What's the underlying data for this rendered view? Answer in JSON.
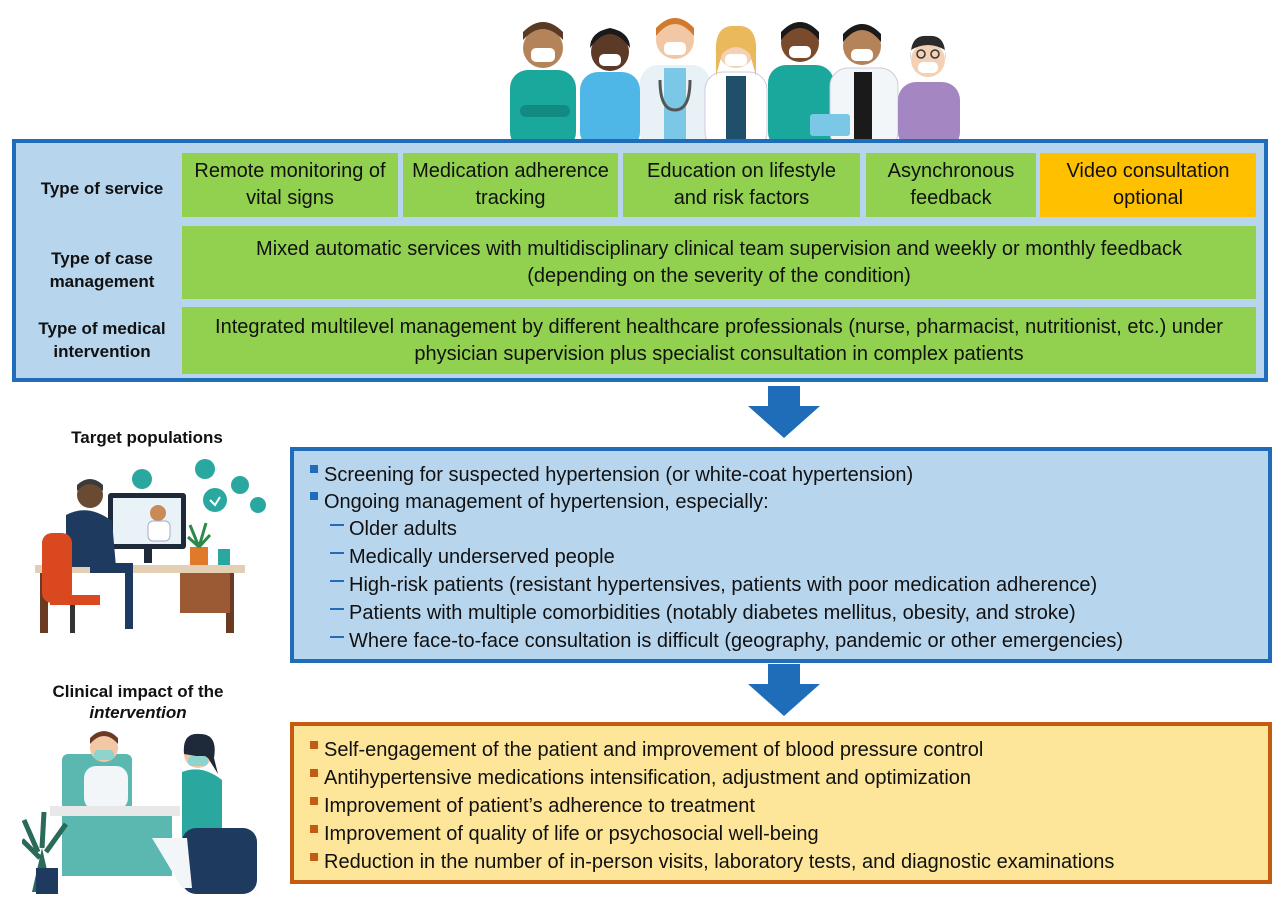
{
  "service_panel": {
    "row_labels": {
      "service": "Type of service",
      "case_management": "Type of case management",
      "medical_intervention": "Type of medical intervention"
    },
    "services": [
      "Remote monitoring of vital signs",
      "Medication adherence tracking",
      "Education on lifestyle and risk factors",
      "Asynchronous feedback",
      "Video consultation optional"
    ],
    "case_management_text": "Mixed automatic services with multidisciplinary clinical team supervision and weekly or monthly feedback (depending on the severity of the condition)",
    "medical_intervention_text": "Integrated multilevel management by different healthcare professionals (nurse, pharmacist, nutritionist, etc.) under physician supervision plus specialist consultation in complex patients"
  },
  "target": {
    "title": "Target populations",
    "bullets": [
      "Screening for suspected hypertension (or white-coat hypertension)",
      "Ongoing management of hypertension, especially:"
    ],
    "sub_bullets": [
      "Older adults",
      "Medically underserved people",
      "High-risk patients (resistant  hypertensives, patients with poor medication adherence)",
      "Patients with multiple comorbidities (notably diabetes mellitus, obesity, and stroke)",
      "Where face-to-face consultation is difficult (geography, pandemic or other emergencies)"
    ]
  },
  "impact": {
    "title_plain": "Clinical impact of the",
    "title_italic": "intervention",
    "bullets": [
      "Self-engagement of the patient and improvement of blood pressure control",
      "Antihypertensive medications intensification, adjustment and optimization",
      "Improvement of patient’s adherence to treatment",
      "Improvement of quality of life or psychosocial well-being",
      "Reduction in the number of in-person visits, laboratory tests, and diagnostic examinations"
    ]
  },
  "colors": {
    "panel_border": "#1f6db8",
    "panel_fill": "#b8d5ee",
    "green_cell": "#92d050",
    "orange_cell": "#ffc000",
    "impact_border": "#c55a11",
    "impact_fill": "#fde59a",
    "arrow": "#1f6db8"
  }
}
